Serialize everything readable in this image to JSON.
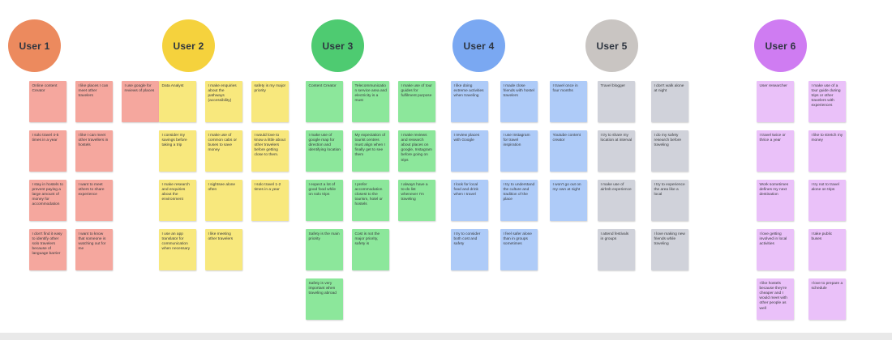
{
  "board": {
    "background": "#ffffff",
    "bottom_bar_color": "#e9e9e9"
  },
  "users": [
    {
      "label": "User 1",
      "circle_color": "#ec8a5e",
      "note_color": "#f5a79e",
      "notes": [
        [
          "Online content Creator",
          "I like places I can meet other travelers",
          "I use google for reviews of places"
        ],
        [
          "I solo travel 4-5 times in a year",
          "I like I can meet other travellers in hostels"
        ],
        [
          "I stay in hostels to prevent paying a large amount of money for accommodation",
          "I want to meet others to share experience"
        ],
        [
          "I don't find it easy to identify other solo travelers because of language barrier",
          "I want to know that someone is watching out for me"
        ]
      ]
    },
    {
      "label": "User 2",
      "circle_color": "#f5d23d",
      "note_color": "#f8e87d",
      "notes": [
        [
          "Data Analyst",
          "I make enquiries about the pathways (accessibility)",
          "safety is my major priority"
        ],
        [
          "I consider my savings before taking a trip",
          "I make use of common cabs or buses to save money",
          "I would love to know a little about other travelers before getting close to them."
        ],
        [
          "I make research and enquiries about the environment",
          "I sightsee alone often",
          "I solo travel 1-2 times in a year"
        ],
        [
          "I use an app translator for communication when necessary",
          "I like meeting other travelers"
        ]
      ]
    },
    {
      "label": "User 3",
      "circle_color": "#4ecb71",
      "note_color": "#8ce79b",
      "notes": [
        [
          "Content Creator",
          "Telecommunication service area and electricity is a must",
          "I make use of tour guides for fulfilment purpose"
        ],
        [
          "I make use of google map for direction and identifying location",
          "My expectation of tourist centres must align when I finally get to see them",
          "I make reviews and research about places on google, Instagram before going on trips"
        ],
        [
          "I expect a lot of good food while on solo trips",
          "I prefer accommodation closest to the tourism, hotel or hostels",
          "I always have a to-do list whenever I'm traveling"
        ],
        [
          "Safety is the main priority",
          "Cost is not the major priority, safety is"
        ],
        [
          "Safety is very important when traveling abroad"
        ]
      ]
    },
    {
      "label": "User 4",
      "circle_color": "#7aa8f2",
      "note_color": "#aecbf8",
      "notes": [
        [
          "I like doing extreme activities when traveling",
          "I made close friends with hostel travelers",
          "I travel once in four months"
        ],
        [
          "I review places with Google",
          "I use Instagram for travel inspiration",
          "Youtube content creator"
        ],
        [
          "I look for local food and drink when I travel",
          "I try to understand the culture and tradition of the place",
          "I won't go out on my own at night"
        ],
        [
          "I try to consider both cost and safety",
          "I feel safer alone than in groups sometimes"
        ]
      ]
    },
    {
      "label": "User 5",
      "circle_color": "#c9c5c2",
      "note_color": "#d0d2da",
      "notes": [
        [
          "Travel blogger",
          "I don't walk alone at night"
        ],
        [
          "I try to share my location at interval",
          "I do my safety research before traveling"
        ],
        [
          "I make use of airbnb experience",
          "I try to experience the area like a local"
        ],
        [
          "I attend festivals in groups",
          "I love making new friends while traveling"
        ]
      ]
    },
    {
      "label": "User 6",
      "circle_color": "#cf7cf2",
      "note_color": "#eac1f9",
      "notes": [
        [
          "User researcher",
          "I make use of a tour guide during trips or other travelers with experiences"
        ],
        [
          "I travel twice or thrice a year",
          "I like to stretch my money"
        ],
        [
          "Work sometimes defines my next destination",
          "I try not to travel alone on trips"
        ],
        [
          "I love getting involved in local activities",
          "I take public buses"
        ],
        [
          "I like hostels because they're cheaper and I would meet with other people as well",
          "I love to prepare a schedule"
        ]
      ]
    }
  ]
}
